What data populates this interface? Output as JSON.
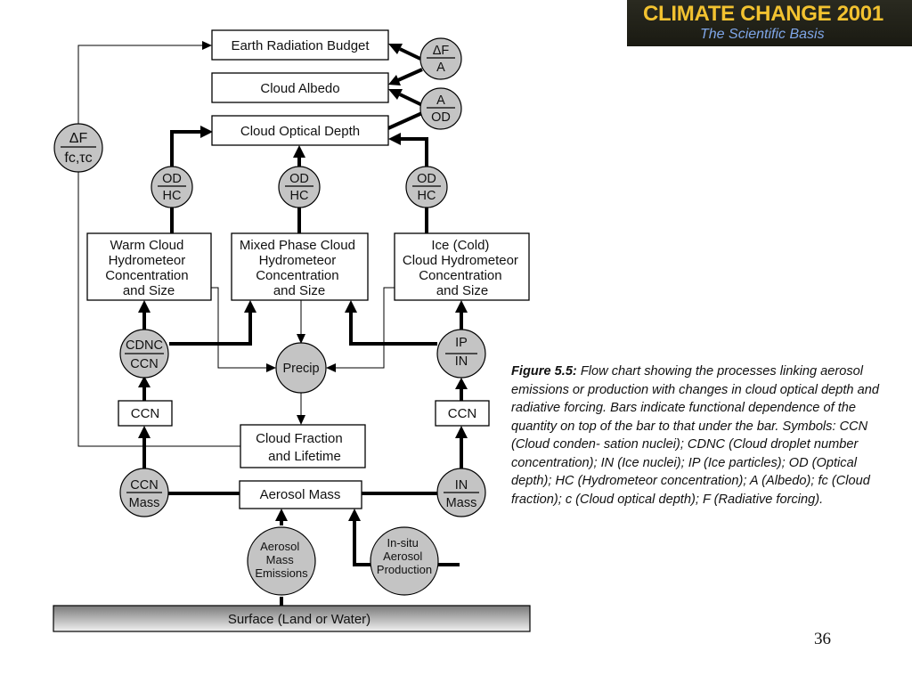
{
  "banner": {
    "title": "CLIMATE CHANGE 2001",
    "subtitle": "The Scientific Basis"
  },
  "boxes": {
    "earth_radiation_budget": "Earth Radiation Budget",
    "cloud_albedo": "Cloud Albedo",
    "cloud_optical_depth": "Cloud Optical Depth",
    "warm_cloud": [
      "Warm Cloud",
      "Hydrometeor",
      "Concentration",
      "and Size"
    ],
    "mixed_phase_cloud": [
      "Mixed Phase Cloud",
      "Hydrometeor",
      "Concentration",
      "and Size"
    ],
    "ice_cloud": [
      "Ice (Cold)",
      "Cloud Hydrometeor",
      "Concentration",
      "and Size"
    ],
    "ccn_left": "CCN",
    "ccn_right": "CCN",
    "cloud_fraction": [
      "Cloud Fraction",
      "and Lifetime"
    ],
    "aerosol_mass": "Aerosol Mass",
    "surface": "Surface (Land or Water)"
  },
  "circles": {
    "dF_A": {
      "top": "ΔF",
      "bottom": "A"
    },
    "A_OD": {
      "top": "A",
      "bottom": "OD"
    },
    "dF_fc_tc": {
      "top": "ΔF",
      "bottom": "fc,τc"
    },
    "od_hc_left": {
      "top": "OD",
      "bottom": "HC"
    },
    "od_hc_mid": {
      "top": "OD",
      "bottom": "HC"
    },
    "od_hc_right": {
      "top": "OD",
      "bottom": "HC"
    },
    "cdnc_ccn": {
      "top": "CDNC",
      "bottom": "CCN"
    },
    "ip_in": {
      "top": "IP",
      "bottom": "IN"
    },
    "ccn_mass": {
      "top": "CCN",
      "bottom": "Mass"
    },
    "in_mass": {
      "top": "IN",
      "bottom": "Mass"
    },
    "precip": "Precip",
    "aerosol_emissions": [
      "Aerosol",
      "Mass",
      "Emissions"
    ],
    "insitu_production": [
      "In-situ",
      "Aerosol",
      "Production"
    ]
  },
  "caption": {
    "label": "Figure 5.5:",
    "text": " Flow chart showing the processes linking aerosol emissions or production with changes in cloud optical depth and radiative forcing. Bars indicate functional dependence of the quantity on top of the bar to that under the bar. Symbols: CCN (Cloud conden- sation nuclei); CDNC (Cloud droplet number concentration); IN (Ice nuclei); IP (Ice particles); OD (Optical depth); HC (Hydrometeor concentration); A (Albedo); fc (Cloud fraction); c (Cloud optical depth); F (Radiative forcing)."
  },
  "page_number": "36",
  "colors": {
    "banner_title": "#f2c230",
    "banner_subtitle": "#7fa6e8",
    "banner_background": "#1f1f17",
    "circle_fill": "#c4c4c4",
    "surface_gradient_top": "#7a7a7a",
    "surface_gradient_bottom": "#f0f0f0"
  }
}
